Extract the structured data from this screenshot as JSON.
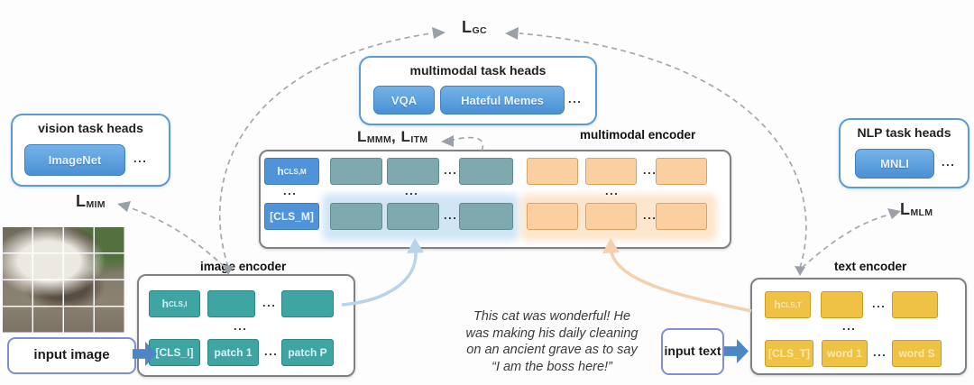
{
  "dots": "...",
  "losses": {
    "gc": {
      "base": "L",
      "sub": "GC"
    },
    "mmm": {
      "base": "L",
      "sub": "MMM"
    },
    "itm": {
      "base": "L",
      "sub": "ITM"
    },
    "mim": {
      "base": "L",
      "sub": "MIM"
    },
    "mlm": {
      "base": "L",
      "sub": "MLM"
    },
    "separator": ", "
  },
  "task_heads": {
    "multimodal": {
      "title": "multimodal task heads",
      "heads": [
        "VQA",
        "Hateful Memes"
      ]
    },
    "vision": {
      "title": "vision task heads",
      "heads": [
        "ImageNet"
      ]
    },
    "nlp": {
      "title": "NLP task heads",
      "heads": [
        "MNLI"
      ]
    }
  },
  "encoders": {
    "image": {
      "label": "image encoder",
      "cls_hidden": {
        "base": "h",
        "sub": "CLS,I"
      },
      "row2": [
        "[CLS_I]",
        "patch 1",
        "patch P"
      ]
    },
    "multimodal": {
      "label": "multimodal encoder",
      "cls_hidden": {
        "base": "h",
        "sub": "CLS,M"
      },
      "cls": "[CLS_M]"
    },
    "text": {
      "label": "text encoder",
      "cls_hidden": {
        "base": "h",
        "sub": "CLS,T"
      },
      "row2": [
        "[CLS_T]",
        "word 1",
        "word S"
      ]
    }
  },
  "inputs": {
    "image_label": "input image",
    "text_label": "input text",
    "text_content": "This cat was wonderful! He\nwas making his daily cleaning\non an ancient grave as to say\n“I am the boss here!”"
  },
  "colors": {
    "head_accent": "#4a90d4",
    "teal_token": "#3fa5a2",
    "muted_teal_token": "#7ea9ae",
    "blue_token": "#4f94d8",
    "orange_token": "#fbcf9f",
    "gold_token": "#efc245",
    "dashed_arrow": "#a4a8ac",
    "blue_arc": "#b9d3ea",
    "orange_arc": "#f4d1ad"
  }
}
